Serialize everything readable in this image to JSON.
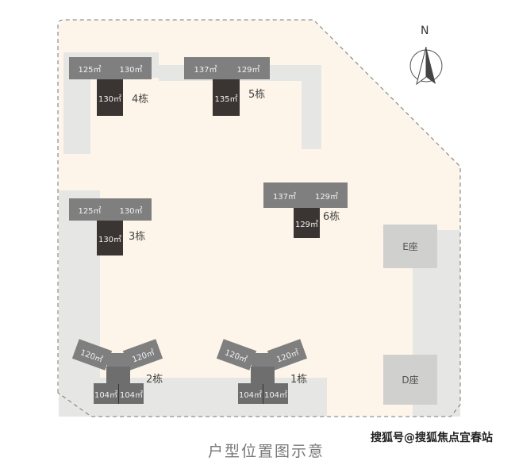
{
  "compass": {
    "label": "N"
  },
  "buildings": [
    {
      "name": "4栋",
      "units": [
        "125㎡",
        "130㎡",
        "130㎡"
      ]
    },
    {
      "name": "5栋",
      "units": [
        "137㎡",
        "129㎡",
        "135㎡"
      ]
    },
    {
      "name": "6栋",
      "units": [
        "137㎡",
        "129㎡",
        "129㎡"
      ]
    },
    {
      "name": "3栋",
      "units": [
        "125㎡",
        "130㎡",
        "130㎡"
      ]
    },
    {
      "name": "2栋",
      "units": [
        "120㎡",
        "120㎡",
        "104㎡",
        "104㎡"
      ]
    },
    {
      "name": "1栋",
      "units": [
        "120㎡",
        "120㎡",
        "104㎡",
        "104㎡"
      ]
    }
  ],
  "seats": {
    "e": "E座",
    "d": "D座"
  },
  "caption": "户型位置图示意",
  "watermark": "搜狐号@搜狐焦点宜春站",
  "colors": {
    "site": "#fdf5ea",
    "road": "#e6e6e4",
    "wing": "#7f7f7f",
    "core": "#3a3432"
  }
}
